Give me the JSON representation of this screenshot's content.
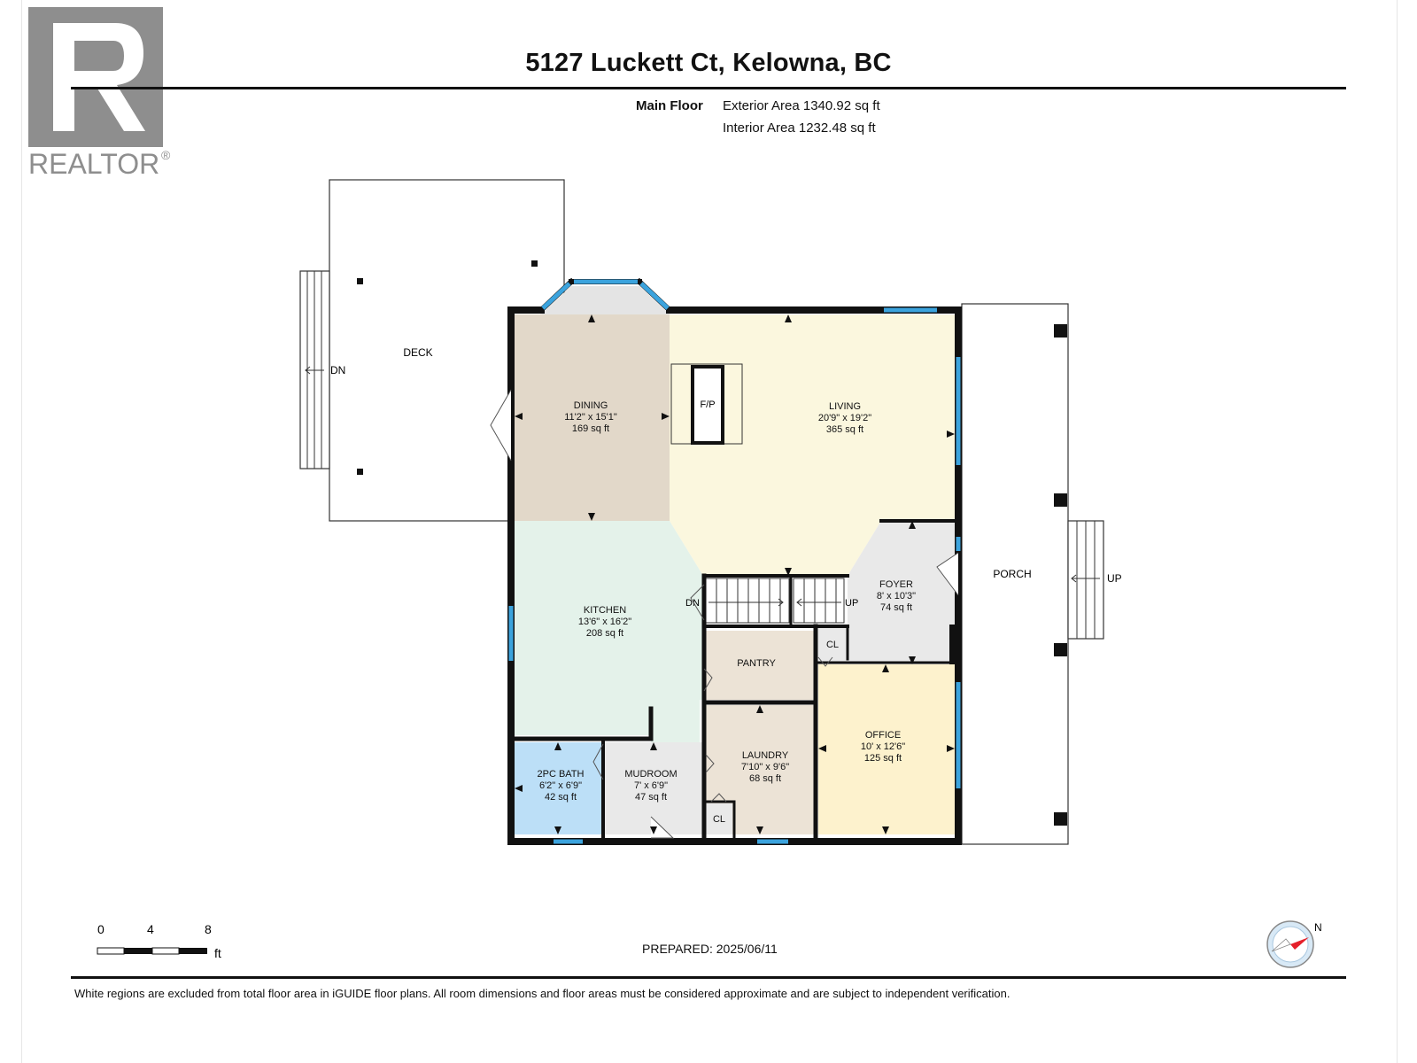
{
  "logo": {
    "text": "REALTOR",
    "mark": "®"
  },
  "header": {
    "title": "5127 Luckett Ct, Kelowna, BC",
    "floor_label": "Main Floor",
    "exterior_area": "Exterior Area 1340.92 sq ft",
    "interior_area": "Interior Area 1232.48 sq ft"
  },
  "rooms": {
    "deck": {
      "name": "DECK"
    },
    "dining": {
      "name": "DINING",
      "dims": "11'2\" x 15'1\"",
      "area": "169 sq ft"
    },
    "living": {
      "name": "LIVING",
      "dims": "20'9\" x 19'2\"",
      "area": "365 sq ft"
    },
    "fireplace": {
      "name": "F/P"
    },
    "kitchen": {
      "name": "KITCHEN",
      "dims": "13'6\" x 16'2\"",
      "area": "208 sq ft"
    },
    "foyer": {
      "name": "FOYER",
      "dims": "8' x 10'3\"",
      "area": "74 sq ft"
    },
    "porch": {
      "name": "PORCH"
    },
    "pantry": {
      "name": "PANTRY"
    },
    "office": {
      "name": "OFFICE",
      "dims": "10' x 12'6\"",
      "area": "125 sq ft"
    },
    "laundry": {
      "name": "LAUNDRY",
      "dims": "7'10\" x 9'6\"",
      "area": "68 sq ft"
    },
    "bath": {
      "name": "2PC BATH",
      "dims": "6'2\" x 6'9\"",
      "area": "42 sq ft"
    },
    "mudroom": {
      "name": "MUDROOM",
      "dims": "7' x 6'9\"",
      "area": "47 sq ft"
    },
    "closet_upper": {
      "name": "CL"
    },
    "closet_lower": {
      "name": "CL"
    }
  },
  "stairs": {
    "deck_dn": "DN",
    "kitchen_dn": "DN",
    "foyer_up": "UP",
    "porch_up": "UP"
  },
  "scale": {
    "labels": [
      "0",
      "4",
      "8"
    ],
    "unit": "ft"
  },
  "prepared": "PREPARED: 2025/06/11",
  "compass": {
    "label": "N"
  },
  "footer": {
    "disclaimer": "White regions are excluded from total floor area in iGUIDE floor plans. All room dimensions and floor areas must be considered approximate and are subject to independent verification."
  },
  "colors": {
    "dining": "#e2d8c9",
    "living": "#fbf7de",
    "kitchen": "#e4f2ea",
    "foyer": "#e9e9e9",
    "office": "#fdf2cd",
    "laundry": "#ece3d6",
    "pantry": "#ece3d6",
    "bath": "#bcdff7",
    "mudroom": "#e9e9e9",
    "wall": "#111111",
    "window": "#3ba3dd"
  }
}
